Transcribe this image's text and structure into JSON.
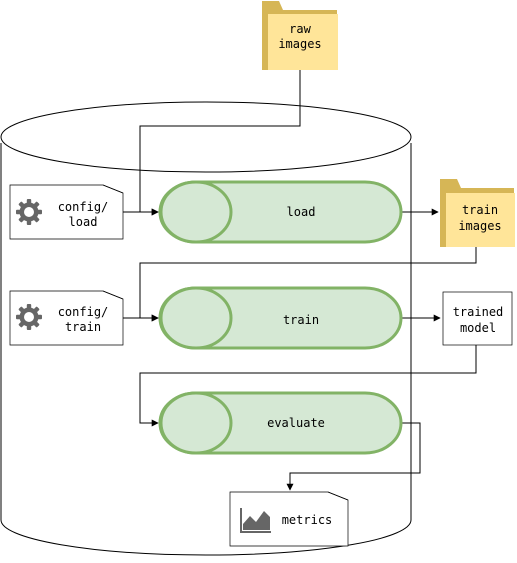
{
  "nodes": {
    "raw_images": {
      "line1": "raw",
      "line2": "images"
    },
    "config_load": {
      "line1": "config/",
      "line2": "load"
    },
    "config_train": {
      "line1": "config/",
      "line2": "train"
    },
    "load": {
      "label": "load"
    },
    "train": {
      "label": "train"
    },
    "evaluate": {
      "label": "evaluate"
    },
    "train_images": {
      "line1": "train",
      "line2": "images"
    },
    "trained_model": {
      "line1": "trained",
      "line2": "model"
    },
    "metrics": {
      "label": "metrics"
    }
  },
  "icons": {
    "config_load": "gear-icon",
    "config_train": "gear-icon",
    "metrics": "area-chart-icon",
    "raw_images": "folder-icon",
    "train_images": "folder-icon"
  },
  "colors": {
    "pipe_fill": "#d5e8d4",
    "pipe_stroke": "#82b366",
    "folder_fill": "#ffe599",
    "folder_tab": "#d6b656",
    "icon_gray": "#666666"
  }
}
